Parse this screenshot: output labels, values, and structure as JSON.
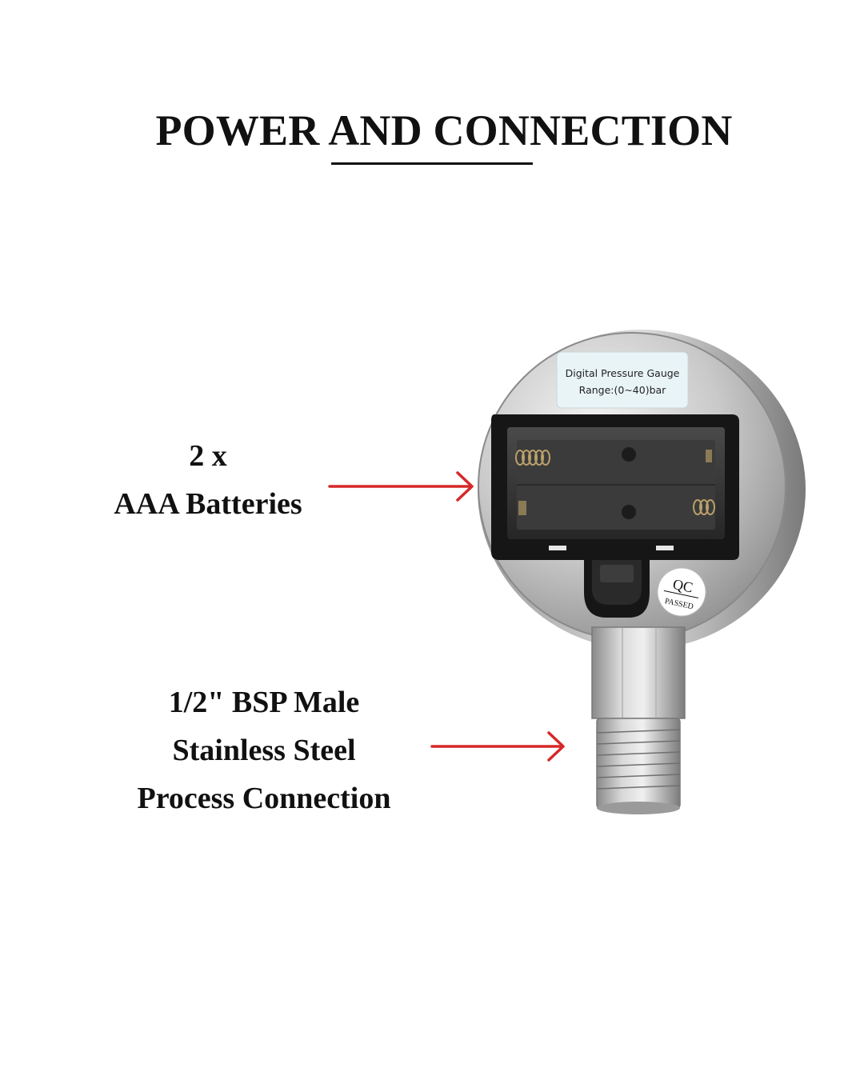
{
  "heading": "POWER AND CONNECTION",
  "callouts": {
    "batteries": [
      "2 x",
      "AAA Batteries"
    ],
    "connection": [
      "1/2\" BSP Male",
      "Stainless Steel",
      "Process Connection"
    ]
  },
  "gauge_label": {
    "line1": "Digital Pressure Gauge",
    "line2": "Range:(0~40)bar"
  },
  "qc_sticker": {
    "top": "QC",
    "bottom": "PASSED"
  },
  "colors": {
    "arrow": "#d62828",
    "text": "#111111",
    "background": "#ffffff"
  }
}
